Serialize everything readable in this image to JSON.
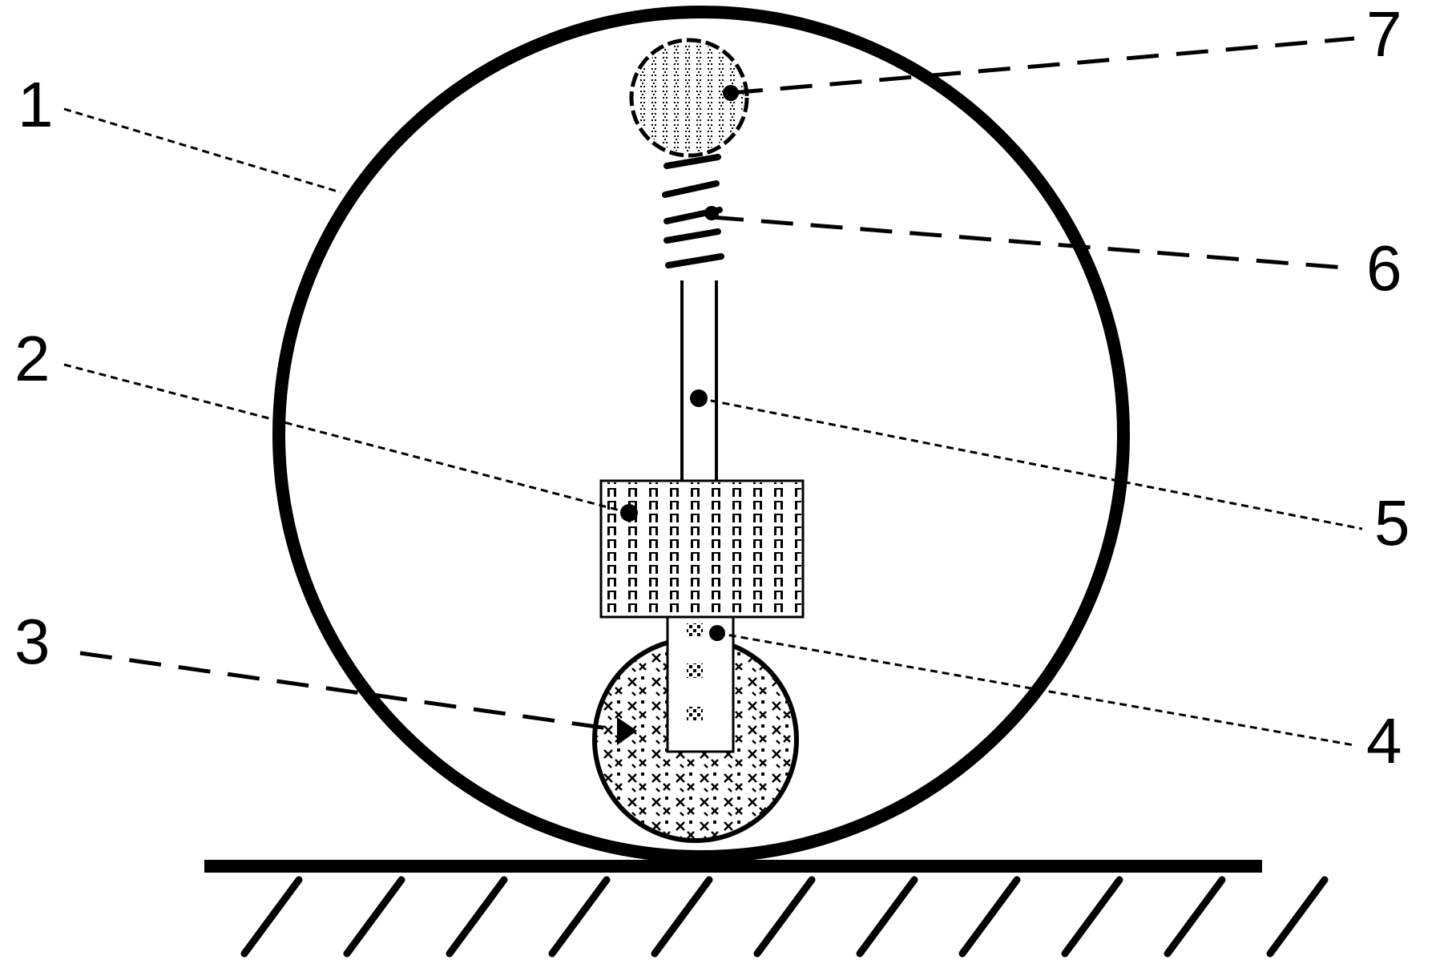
{
  "diagram": {
    "callouts": [
      {
        "id": "1",
        "text": "1"
      },
      {
        "id": "2",
        "text": "2"
      },
      {
        "id": "3",
        "text": "3"
      },
      {
        "id": "4",
        "text": "4"
      },
      {
        "id": "5",
        "text": "5"
      },
      {
        "id": "6",
        "text": "6"
      },
      {
        "id": "7",
        "text": "7"
      }
    ],
    "colors": {
      "ink": "#000000",
      "background": "#ffffff"
    }
  }
}
